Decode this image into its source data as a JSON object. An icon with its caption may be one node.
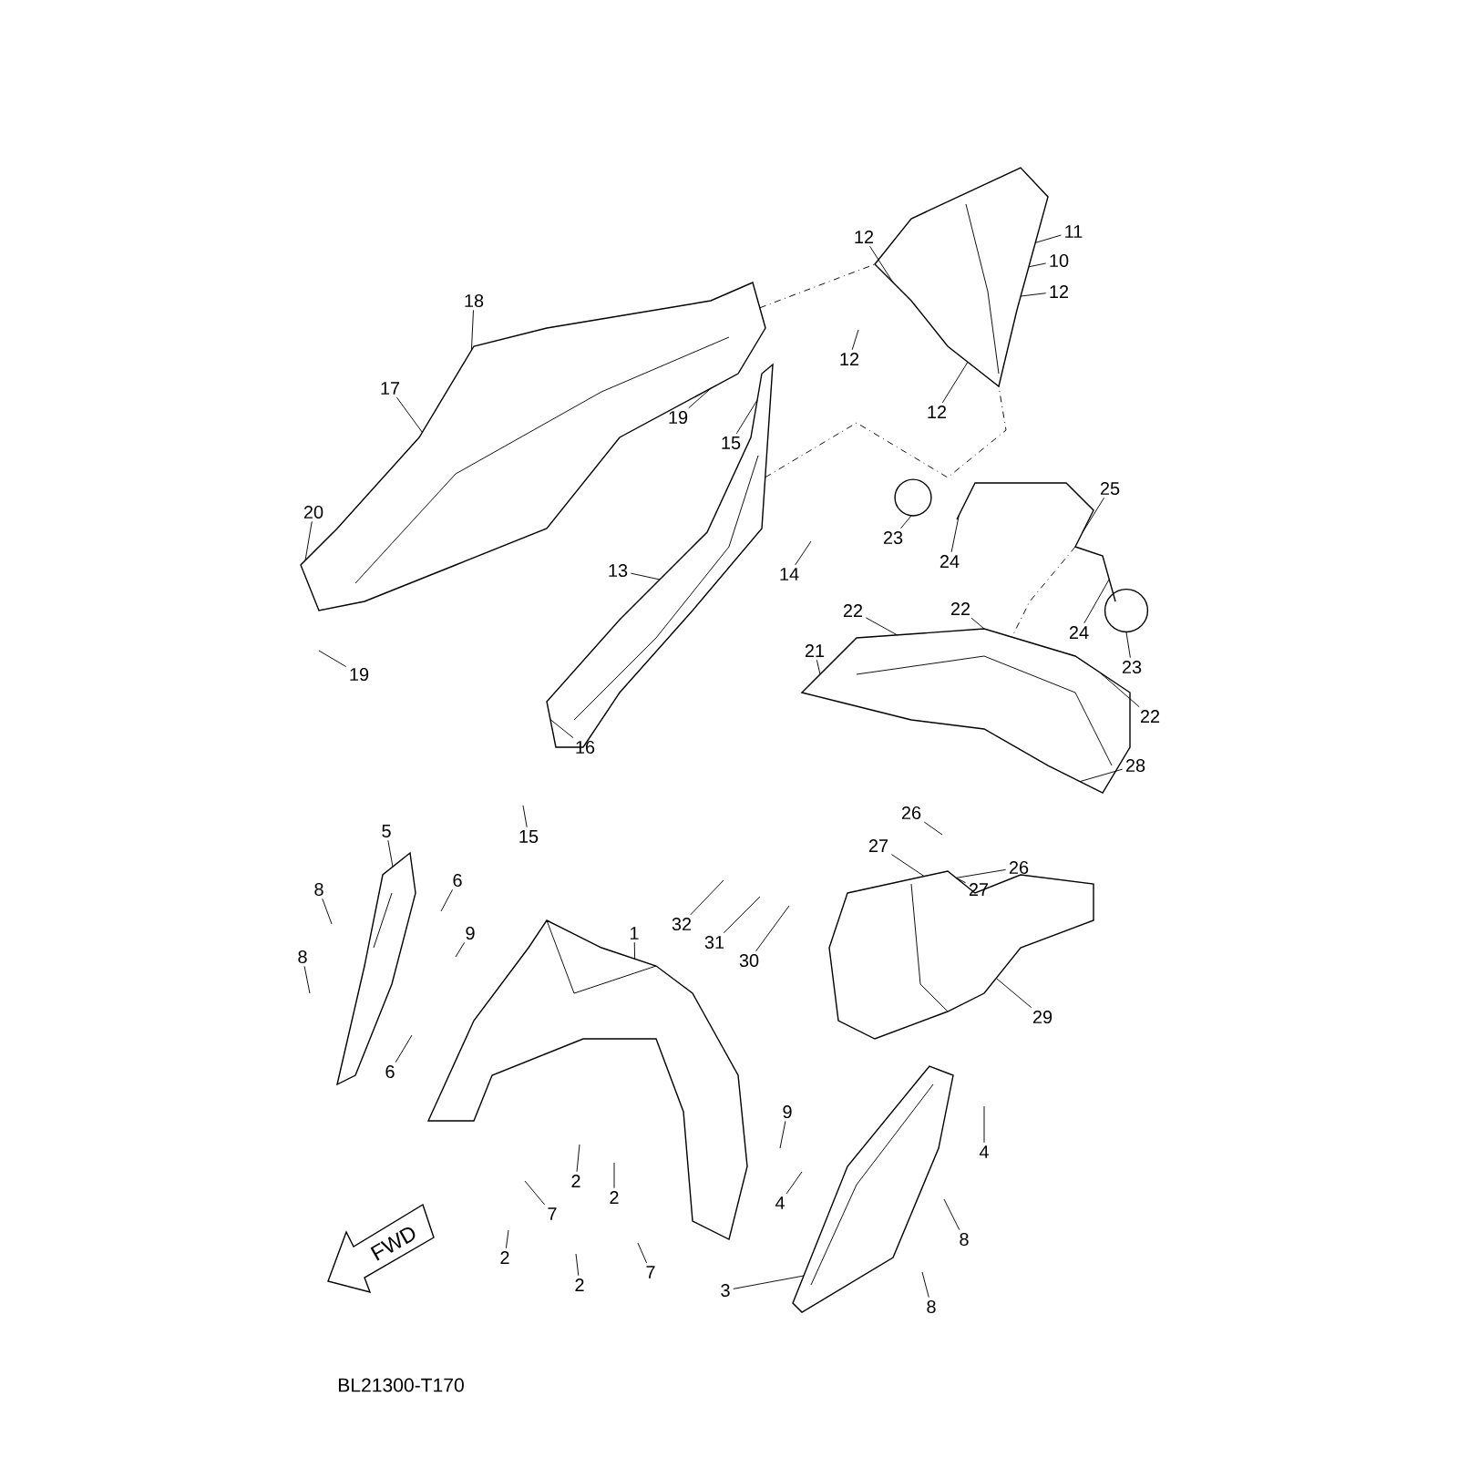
{
  "diagram": {
    "nodes": [
      {
        "text": [
          "12"
        ]
      },
      {
        "text": [
          "11"
        ]
      },
      {
        "text": [
          "10"
        ]
      },
      {
        "text": [
          "12"
        ]
      },
      {
        "text": [
          "18"
        ]
      },
      {
        "text": [
          "17"
        ]
      },
      {
        "text": [
          "19"
        ]
      },
      {
        "text": [
          "15"
        ]
      },
      {
        "text": [
          "12"
        ]
      },
      {
        "text": [
          "12"
        ]
      },
      {
        "text": [
          "20"
        ]
      },
      {
        "text": [
          "19"
        ]
      },
      {
        "text": [
          "13"
        ]
      },
      {
        "text": [
          "14"
        ]
      },
      {
        "text": [
          "25"
        ]
      },
      {
        "text": [
          "23"
        ]
      },
      {
        "text": [
          "24"
        ]
      },
      {
        "text": [
          "24"
        ]
      },
      {
        "text": [
          "23"
        ]
      },
      {
        "text": [
          "22"
        ]
      },
      {
        "text": [
          "22"
        ]
      },
      {
        "text": [
          "21"
        ]
      },
      {
        "text": [
          "22"
        ]
      },
      {
        "text": [
          "28"
        ]
      },
      {
        "text": [
          "26"
        ]
      },
      {
        "text": [
          "27"
        ]
      },
      {
        "text": [
          "26"
        ]
      },
      {
        "text": [
          "27"
        ]
      },
      {
        "text": [
          "16"
        ]
      },
      {
        "text": [
          "15"
        ]
      },
      {
        "text": [
          "5"
        ]
      },
      {
        "text": [
          "8"
        ]
      },
      {
        "text": [
          "6"
        ]
      },
      {
        "text": [
          "9"
        ]
      },
      {
        "text": [
          "8"
        ]
      },
      {
        "text": [
          "6"
        ]
      },
      {
        "text": [
          "32"
        ]
      },
      {
        "text": [
          "31"
        ]
      },
      {
        "text": [
          "30"
        ]
      },
      {
        "text": [
          "1"
        ]
      },
      {
        "text": [
          "29"
        ]
      },
      {
        "text": [
          "9"
        ]
      },
      {
        "text": [
          "4"
        ]
      },
      {
        "text": [
          "4"
        ]
      },
      {
        "text": [
          "8"
        ]
      },
      {
        "text": [
          "8"
        ]
      },
      {
        "text": [
          "3"
        ]
      },
      {
        "text": [
          "2"
        ]
      },
      {
        "text": [
          "2"
        ]
      },
      {
        "text": [
          "7"
        ]
      },
      {
        "text": [
          "2"
        ]
      },
      {
        "text": [
          "2"
        ]
      },
      {
        "text": [
          "7"
        ]
      },
      {
        "text": [],
        "shape": "picture"
      },
      {
        "text": [],
        "shape": "picture"
      },
      {
        "text": [],
        "shape": "picture"
      },
      {
        "text": [],
        "shape": "picture"
      },
      {
        "text": [],
        "shape": "circle"
      },
      {
        "text": [],
        "shape": "circle"
      },
      {
        "text": [],
        "shape": "picture"
      },
      {
        "text": [],
        "shape": "picture"
      },
      {
        "text": [],
        "shape": "picture"
      },
      {
        "text": [],
        "shape": "picture"
      },
      {
        "text": [],
        "shape": "picture"
      }
    ],
    "edges": [
      {
        "from": 0,
        "to": 53,
        "arrow": "none"
      },
      {
        "from": 1,
        "to": 53,
        "arrow": "none"
      },
      {
        "from": 2,
        "to": 53,
        "arrow": "none"
      },
      {
        "from": 3,
        "to": 53,
        "arrow": "none"
      },
      {
        "from": 4,
        "to": 54,
        "arrow": "none"
      },
      {
        "from": 5,
        "to": 54,
        "arrow": "none"
      },
      {
        "from": 6,
        "to": 54,
        "arrow": "none"
      },
      {
        "from": 7,
        "to": 55,
        "arrow": "none"
      },
      {
        "from": 8,
        "to": null,
        "arrow": "none"
      },
      {
        "from": 9,
        "to": 53,
        "arrow": "none"
      },
      {
        "from": 10,
        "to": 54,
        "arrow": "none"
      },
      {
        "from": 11,
        "to": null,
        "arrow": "none"
      },
      {
        "from": 12,
        "to": 55,
        "arrow": "none"
      },
      {
        "from": 13,
        "to": null,
        "arrow": "none"
      },
      {
        "from": 14,
        "to": 56,
        "arrow": "none"
      },
      {
        "from": 15,
        "to": 57,
        "arrow": "none"
      },
      {
        "from": 16,
        "to": 56,
        "arrow": "none"
      },
      {
        "from": 17,
        "to": 56,
        "arrow": "none"
      },
      {
        "from": 18,
        "to": 58,
        "arrow": "none"
      },
      {
        "from": 19,
        "to": 59,
        "arrow": "none"
      },
      {
        "from": 20,
        "to": 59,
        "arrow": "none"
      },
      {
        "from": 21,
        "to": 59,
        "arrow": "none"
      },
      {
        "from": 22,
        "to": 59,
        "arrow": "none"
      },
      {
        "from": 23,
        "to": 59,
        "arrow": "none"
      },
      {
        "from": 24,
        "to": null,
        "arrow": "none"
      },
      {
        "from": 25,
        "to": 62,
        "arrow": "none"
      },
      {
        "from": 26,
        "to": 62,
        "arrow": "none"
      },
      {
        "from": 27,
        "to": 62,
        "arrow": "none"
      },
      {
        "from": 28,
        "to": 55,
        "arrow": "none"
      },
      {
        "from": 29,
        "to": null,
        "arrow": "none"
      },
      {
        "from": 30,
        "to": 60,
        "arrow": "none"
      },
      {
        "from": 31,
        "to": null,
        "arrow": "none"
      },
      {
        "from": 32,
        "to": null,
        "arrow": "none"
      },
      {
        "from": 33,
        "to": null,
        "arrow": "none"
      },
      {
        "from": 34,
        "to": null,
        "arrow": "none"
      },
      {
        "from": 35,
        "to": null,
        "arrow": "none"
      },
      {
        "from": 36,
        "to": null,
        "arrow": "none"
      },
      {
        "from": 37,
        "to": null,
        "arrow": "none"
      },
      {
        "from": 38,
        "to": null,
        "arrow": "none"
      },
      {
        "from": 39,
        "to": 61,
        "arrow": "none"
      },
      {
        "from": 40,
        "to": 62,
        "arrow": "none"
      },
      {
        "from": 41,
        "to": null,
        "arrow": "none"
      },
      {
        "from": 42,
        "to": null,
        "arrow": "none"
      },
      {
        "from": 43,
        "to": null,
        "arrow": "none"
      },
      {
        "from": 44,
        "to": null,
        "arrow": "none"
      },
      {
        "from": 45,
        "to": null,
        "arrow": "none"
      },
      {
        "from": 46,
        "to": 63,
        "arrow": "none"
      },
      {
        "from": 47,
        "to": null,
        "arrow": "none"
      },
      {
        "from": 48,
        "to": null,
        "arrow": "none"
      },
      {
        "from": 49,
        "to": null,
        "arrow": "none"
      },
      {
        "from": 50,
        "to": null,
        "arrow": "none"
      },
      {
        "from": 51,
        "to": null,
        "arrow": "none"
      },
      {
        "from": 52,
        "to": null,
        "arrow": "none"
      },
      {
        "from": 54,
        "to": 53,
        "arrow": "none",
        "style": "dashed"
      },
      {
        "from": 55,
        "to": 53,
        "arrow": "none",
        "style": "dashed"
      },
      {
        "from": 56,
        "to": 59,
        "arrow": "none",
        "style": "dashed"
      }
    ],
    "labels": [
      "FWD",
      "BL21300-T170"
    ]
  }
}
